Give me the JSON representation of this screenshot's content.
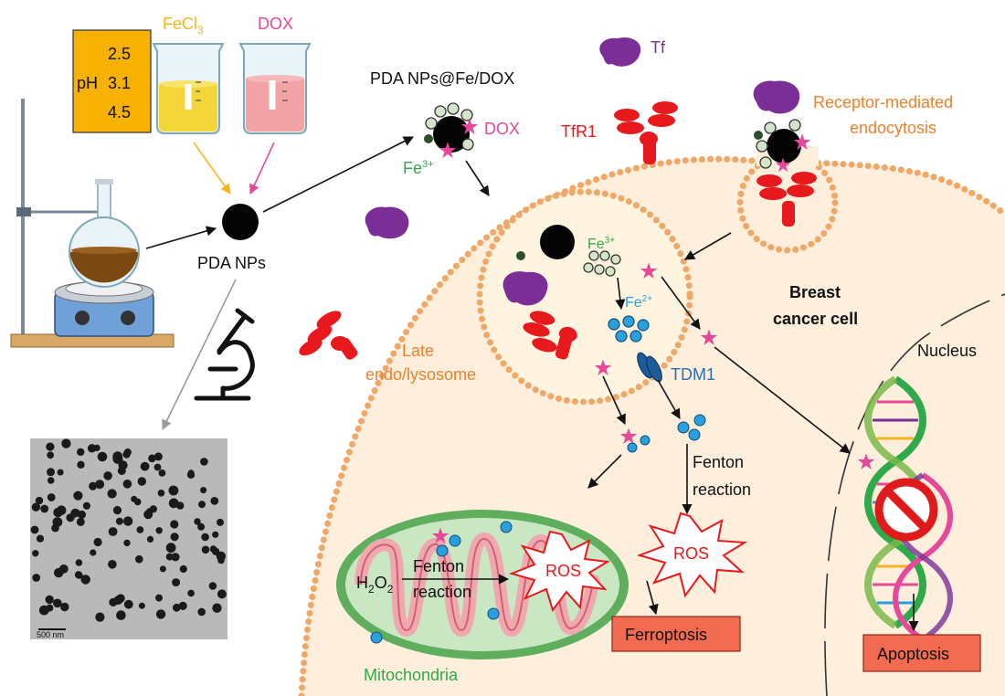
{
  "reagents": {
    "ph_label": "pH",
    "ph_values": [
      "2.5",
      "3.1",
      "4.5"
    ],
    "fecl3_label": "FeCl",
    "fecl3_sub": "3",
    "dox_label": "DOX"
  },
  "nanoparticles": {
    "pda_nps": "PDA NPs",
    "pda_nps_fe_dox": "PDA NPs@Fe/DOX",
    "dox": "DOX",
    "fe3": "Fe",
    "fe3_sup": "3+"
  },
  "tem": {
    "scale_bar": "500 nm"
  },
  "receptors": {
    "tf": "Tf",
    "tfr1": "TfR1",
    "endocytosis": [
      "Receptor-mediated",
      "endocytosis"
    ]
  },
  "cell": {
    "name": [
      "Breast",
      "cancer cell"
    ],
    "late_endo": [
      "Late",
      "endo/lysosome"
    ],
    "fe3": "Fe",
    "fe3_sup": "3+",
    "fe2": "Fe",
    "fe2_sup": "2+",
    "tdm1": "TDM1",
    "nucleus": "Nucleus",
    "fenton": [
      "Fenton",
      "reaction"
    ],
    "mito_fenton": [
      "Fenton",
      "reaction"
    ],
    "h2o2_main": "H",
    "h2o2_sub1": "2",
    "h2o2_o": "O",
    "h2o2_sub2": "2",
    "ros": "ROS",
    "mitochondria": "Mitochondria",
    "ferroptosis": "Ferroptosis",
    "apoptosis": "Apoptosis"
  },
  "colors": {
    "membrane": "#f0a868",
    "cytoplasm": "#fdefdc",
    "vesicle": "#fff4df",
    "receptor_red": "#e8191c",
    "tf_purple": "#7b2e96",
    "dox_pink": "#e8489a",
    "fe_green": "#2eaa4a",
    "fe2_blue": "#2b9fdc",
    "ph_box": "#f7b100",
    "outcome_box": "#f26a4f",
    "endo_orange": "#e9822d"
  }
}
